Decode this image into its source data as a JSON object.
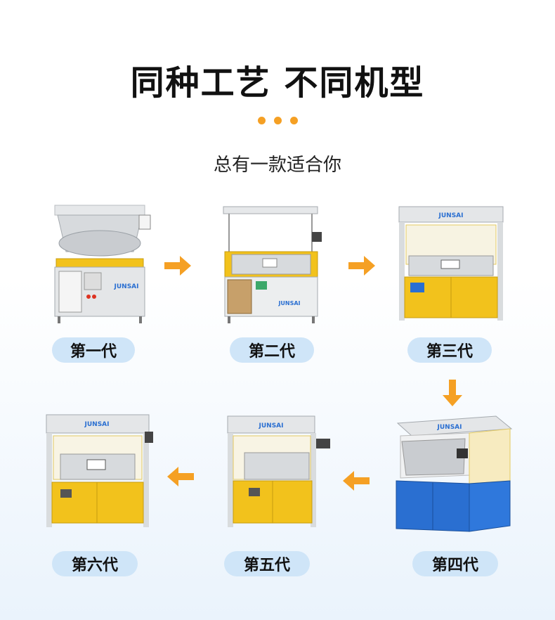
{
  "title": "同种工艺 不同机型",
  "subtitle": "总有一款适合你",
  "brand_text": "JUNSAI",
  "colors": {
    "accent": "#f5a024",
    "label_bg": "#cfe5f8",
    "yellow": "#f2c21c",
    "blue": "#2a6fd1",
    "frame": "#d9dcde"
  },
  "generations": [
    {
      "label": "第一代"
    },
    {
      "label": "第二代"
    },
    {
      "label": "第三代"
    },
    {
      "label": "第四代"
    },
    {
      "label": "第五代"
    },
    {
      "label": "第六代"
    }
  ]
}
